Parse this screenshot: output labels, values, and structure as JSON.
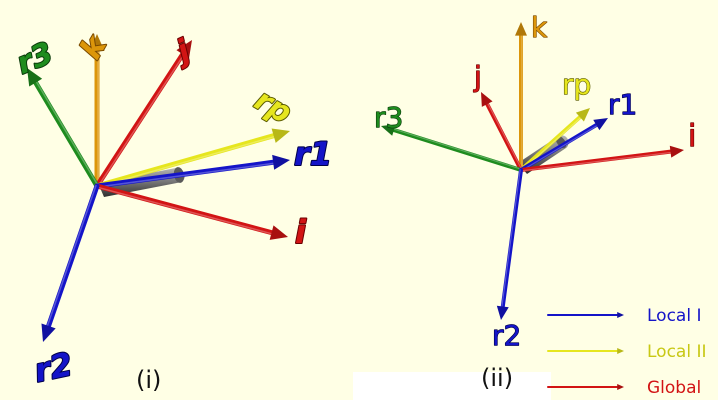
{
  "colors": {
    "blue": "#1414c8",
    "yellow": "#e6e61e",
    "red": "#d21414",
    "green": "#1e8c1e",
    "orange": "#dc960a",
    "shaft": "#6e6e6e",
    "background": "#ffffe5"
  },
  "panel_i": {
    "caption": "(i)",
    "labels": {
      "r1": "r1",
      "r2": "r2",
      "r3": "r3",
      "rp": "rp",
      "i": "i",
      "j": "j",
      "k": "k"
    }
  },
  "panel_ii": {
    "caption": "(ii)",
    "labels": {
      "r1": "r1",
      "r2": "r2",
      "r3": "r3",
      "rp": "rp",
      "i": "i",
      "j": "j",
      "k": "k"
    }
  },
  "legend": {
    "items": [
      {
        "label": "Local I",
        "color": "blue"
      },
      {
        "label": "Local II",
        "color": "yellow"
      },
      {
        "label": "Global",
        "color": "red"
      }
    ]
  }
}
